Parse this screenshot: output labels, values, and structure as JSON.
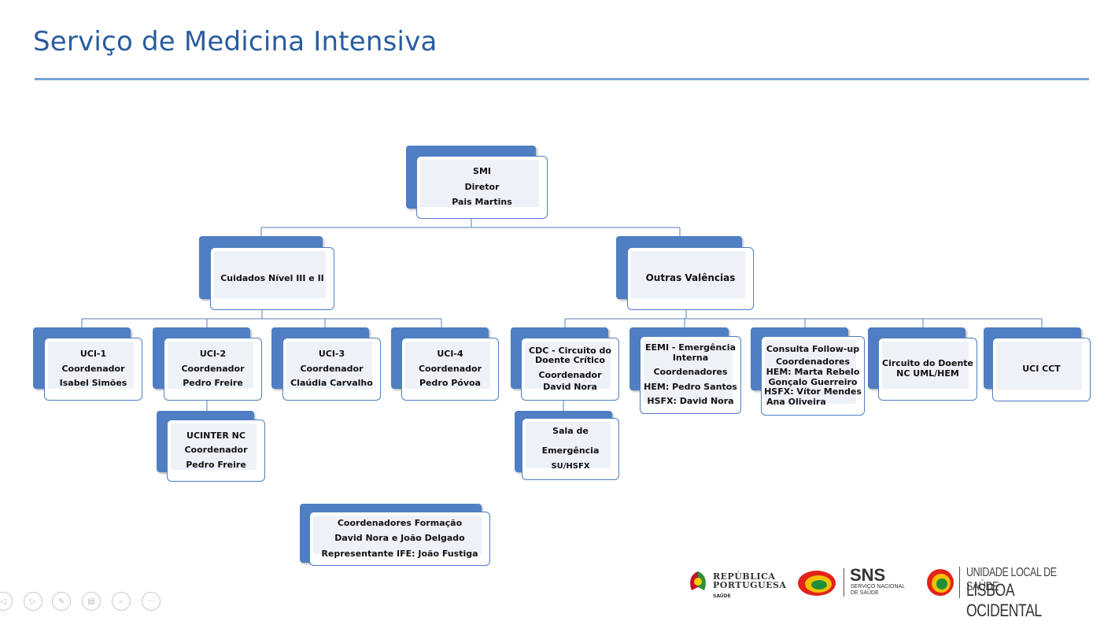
{
  "title": "Serviço de Medicina Intensiva",
  "org": {
    "smi": [
      "SMI",
      "Diretor",
      "Pais Martins"
    ],
    "cuidados": [
      "Cuidados Nível III e II"
    ],
    "outras": [
      "Outras Valências"
    ],
    "uci1": [
      "UCI-1",
      "Coordenador",
      "Isabel Simões"
    ],
    "uci2": [
      "UCI-2",
      "Coordenador",
      "Pedro Freire"
    ],
    "uci3": [
      "UCI-3",
      "Coordenador",
      "Claúdia Carvalho"
    ],
    "uci4": [
      "UCI-4",
      "Coordenador",
      "Pedro Póvoa"
    ],
    "ucinter": [
      "UCINTER NC",
      "Coordenador",
      "Pedro Freire"
    ],
    "cdc": [
      "CDC - Circuito do",
      "Doente Crítico",
      "Coordenador",
      "David Nora"
    ],
    "eemi": [
      "EEMI - Emergência",
      "Interna",
      "Coordenadores",
      "HEM: Pedro Santos",
      "HSFX: David Nora"
    ],
    "followup": [
      "Consulta Follow-up",
      "Coordenadores",
      "HEM: Marta Rebelo",
      "Gonçalo Guerreiro",
      "HSFX: Vítor Mendes",
      "Ana Oliveira"
    ],
    "circuito": [
      "Circuito do Doente",
      "NC UML/HEM"
    ],
    "ucicct": [
      "UCI CCT"
    ],
    "sala": [
      "Sala de",
      "Emergência",
      "SU/HSFX"
    ],
    "formacao": [
      "Coordenadores Formação",
      "David Nora e João Delgado",
      "Representante IFE: João Fustiga"
    ]
  },
  "logos": {
    "rp_line1": "REPÚBLICA",
    "rp_line2": "PORTUGUESA",
    "rp_line3": "SAÚDE",
    "sns": "SNS",
    "sns_sub1": "SERVIÇO NACIONAL",
    "sns_sub2": "DE SAÚDE",
    "ulsl1": "UNIDADE LOCAL DE SAÚDE",
    "ulsl2": "LISBOA OCIDENTAL"
  },
  "colors": {
    "title": "#2a5c9e",
    "box": "#4f7fc2",
    "rule": "#7aa3d6"
  },
  "icons": [
    "prev-icon",
    "next-icon",
    "pen-icon",
    "slides-icon",
    "zoom-icon",
    "more-icon"
  ]
}
